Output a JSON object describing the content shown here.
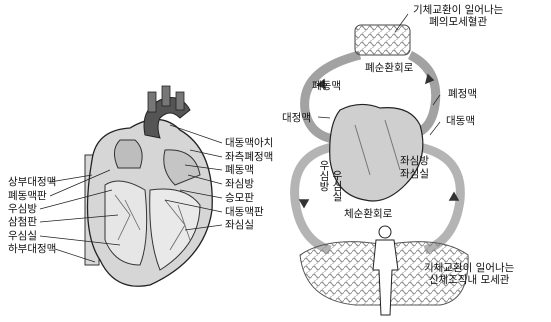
{
  "heart_labels": {
    "superior_vena_cava": "상부대정맥",
    "pulmonary_valve": "폐동맥판",
    "right_atrium": "우심방",
    "tricuspid_valve": "삼첨판",
    "right_ventricle": "우심실",
    "inferior_vena_cava": "하부대정맥",
    "aortic_arch": "대동맥아치",
    "left_pulmonary_vein": "좌측폐정맥",
    "pulmonary_artery": "폐동맥",
    "left_atrium": "좌심방",
    "mitral_valve": "승모판",
    "aortic_valve": "대동맥판",
    "left_ventricle": "좌심실"
  },
  "circulation_labels": {
    "lung_capillaries": "기체교환이 일어나는\n폐의모세혈관",
    "pulmonary_circuit": "폐순환회로",
    "pulmonary_artery": "폐동맥",
    "pulmonary_vein": "폐정맥",
    "vena_cava": "대정맥",
    "aorta": "대동맥",
    "left_atrium": "좌심방",
    "left_ventricle": "좌심실",
    "right_atrium": "우심방",
    "right_ventricle": "우심실",
    "systemic_circuit": "체순환회로",
    "tissue_capillaries": "기체교환이 일어나는\n신체조직내 모세관"
  }
}
